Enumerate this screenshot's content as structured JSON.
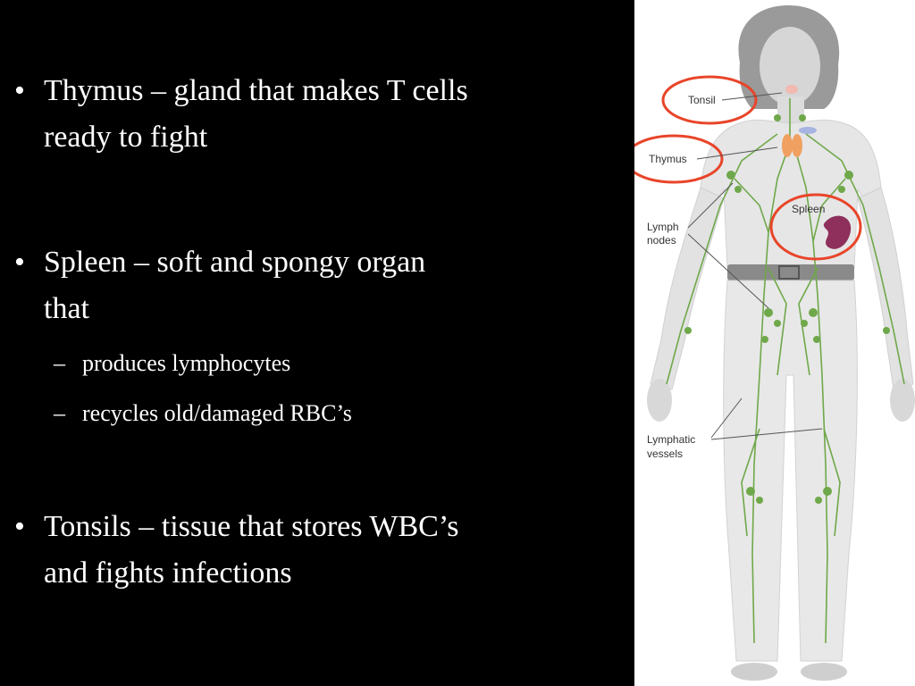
{
  "bullets": [
    {
      "lines": [
        "Thymus – gland that makes T cells",
        "ready to fight"
      ]
    },
    {
      "lines": [
        "Spleen – soft and spongy organ",
        "that"
      ],
      "sub": [
        "produces lymphocytes",
        "recycles old/damaged RBC’s"
      ]
    },
    {
      "lines": [
        "Tonsils – tissue that stores WBC’s",
        "and fights infections"
      ]
    }
  ],
  "bullet_glyph": "•",
  "dash_glyph": "–",
  "diagram": {
    "labels": {
      "tonsil": "Tonsil",
      "thymus": "Thymus",
      "spleen": "Spleen",
      "lymph_nodes_1": "Lymph",
      "lymph_nodes_2": "nodes",
      "lymphatic_vessels_1": "Lymphatic",
      "lymphatic_vessels_2": "vessels"
    },
    "colors": {
      "highlight_circle": "#e8452a",
      "lymph_green": "#6fa84a",
      "thymus_orange": "#f0a060",
      "spleen_purple": "#8e2f5c",
      "figure_gray": "#e6e6e6"
    }
  }
}
